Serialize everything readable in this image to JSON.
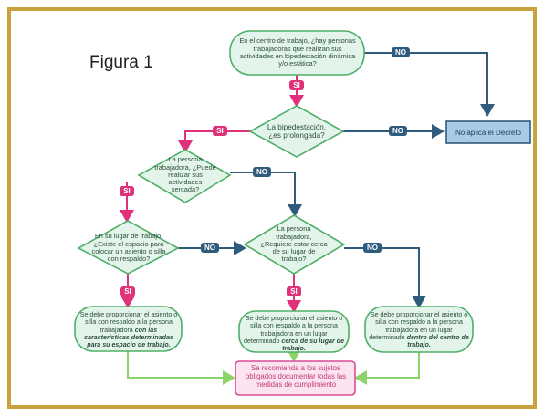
{
  "figure_title": "Figura 1",
  "labels": {
    "yes": "SI",
    "no": "NO"
  },
  "nodes": {
    "start": "En el centro de trabajo, ¿hay personas trabajadoras que realizan sus actividades en bipedestación dinámica y/o estática?",
    "prolongada": "La bipedestación, ¿es prolongada?",
    "sentada": "La persona trabajadora, ¿Puede realizar sus actividades sentada?",
    "espacio": "En su lugar de trabajo, ¿Existe el espacio para colocar un asiento o silla con respaldo?",
    "cerca": "La persona trabajadora, ¿Requiere estar cerca de su lugar de trabajo?",
    "no_aplica": "No aplica el Decreto",
    "box1_plain": "Se debe proporcionar el asiento o silla con respaldo a la persona trabajadora",
    "box1_bold": "con las características determinadas para su espacio de trabajo.",
    "box2_plain": "Se debe proporcionar el asiento o silla con respaldo a la persona trabajadora en un lugar determinado",
    "box2_bold": "cerca de su lugar de trabajo.",
    "box3_plain": "Se debe proporcionar el asiento o silla con respaldo a la persona trabajadora en un lugar determinado",
    "box3_bold": "dentro del centro de trabajo.",
    "final": "Se recomienda a los sujetos obligados documentar todas las medidas de cumplimiento"
  },
  "colors": {
    "frame": "#c9a43c",
    "node_fill": "#e3f5ea",
    "node_stroke": "#4fae68",
    "no_arrow": "#2f5c7c",
    "yes_arrow": "#e0317a",
    "green_arrow": "#8cd36a",
    "final_fill": "#fbe3f0",
    "final_stroke": "#d84b92",
    "noaplica_fill": "#a9cbe6",
    "noaplica_stroke": "#2f5c7c"
  }
}
